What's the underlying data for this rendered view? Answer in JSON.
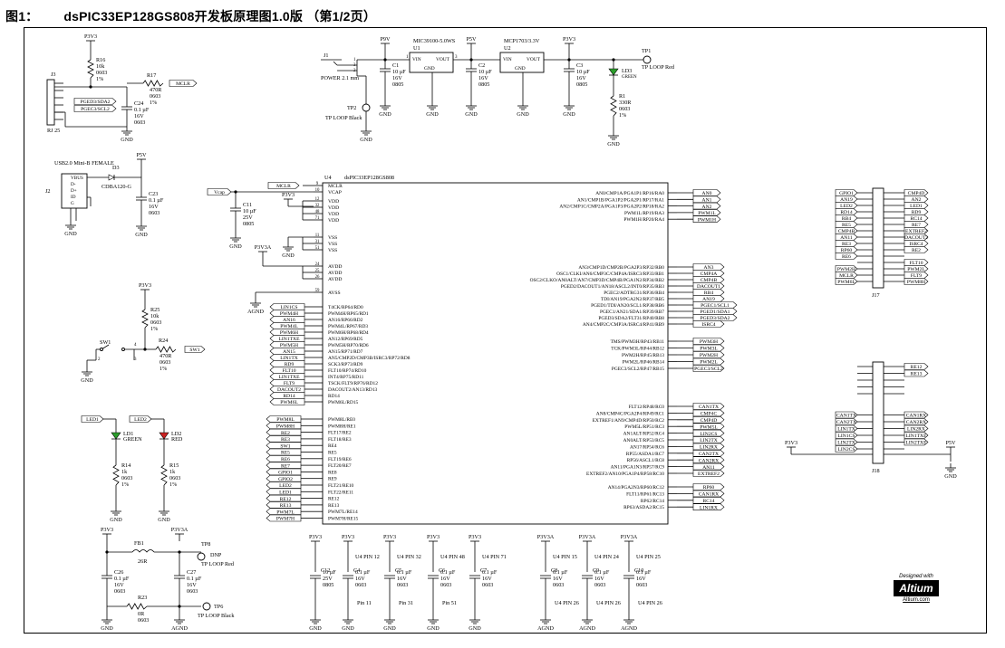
{
  "title": {
    "fig": "图1：",
    "text": "dsPIC33EP128GS808开发板原理图1.0版 （第1/2页）"
  },
  "logo": {
    "designed": "Designed with",
    "brand": "Altium",
    "url": "Altium.com"
  },
  "nets": {
    "p3v3": "P3V3",
    "p9v": "P9V",
    "p5v": "P5V",
    "p3v3a": "P3V3A",
    "gnd": "GND",
    "agnd": "AGND",
    "vcap": "Vcap",
    "mclr": "MCLR",
    "sw1": "SW1",
    "led1": "LED1",
    "led2": "LED2"
  },
  "power": {
    "j1": "J1",
    "power_jack": "POWER 2.1 mm",
    "tp2": "TP2",
    "tp_loop_black": "TP LOOP Black",
    "tp_loop_red": "TP LOOP Red",
    "u1": "U1",
    "u1_part": "MIC39100-5.0WS",
    "u2": "U2",
    "u2_part": "MCP1703/3.3V",
    "vin": "VIN",
    "vout": "VOUT",
    "gnd": "GND",
    "c1": [
      "C1",
      "10 µF",
      "16V",
      "0805"
    ],
    "c2": [
      "C2",
      "10 µF",
      "16V",
      "0805"
    ],
    "c3": [
      "C3",
      "10 µF",
      "16V",
      "0805"
    ],
    "tp1": "TP1",
    "ld3": "LD3",
    "ld3_color": "GREEN",
    "r1": [
      "R1",
      "330R",
      "0603",
      "1%"
    ]
  },
  "program": {
    "r16": [
      "R16",
      "10k",
      "0603",
      "1%"
    ],
    "r17": [
      "R17",
      "470R",
      "0603",
      "1%"
    ],
    "c24": [
      "C24",
      "0.1 µF",
      "16V",
      "0603"
    ],
    "j3": "J3",
    "j3_type": "RJ 25",
    "pgec": "PGEC3/SCL2",
    "ped": "PGED3/SDA2"
  },
  "usb": {
    "title": "USB2.0 Mini-B FEMALE",
    "j2": "J2",
    "pins": [
      "VBUS",
      "D-",
      "D+",
      "ID",
      "G"
    ],
    "d3": "D3",
    "d3_part": "CDBA120-G",
    "c23": [
      "C23",
      "0.1 µF",
      "16V",
      "0603"
    ]
  },
  "mcu": {
    "ref": "U4",
    "part": "dsPIC33EP128GS808",
    "left_top": [
      [
        "MCLR",
        "9"
      ],
      [
        "VCAP",
        "10"
      ],
      [
        "VDD",
        "12"
      ],
      [
        "VDD",
        "32"
      ],
      [
        "VDD",
        "48"
      ],
      [
        "VDD",
        "71"
      ],
      [
        "VSS",
        "11"
      ],
      [
        "VSS",
        "31"
      ],
      [
        "VSS",
        "51"
      ],
      [
        "AVDD",
        "24"
      ],
      [
        "AVDD",
        "25"
      ],
      [
        "AVDD",
        "26"
      ],
      [
        "AVSS",
        "59"
      ]
    ],
    "left_d": [
      "T4CK/RP64/RD0",
      "PWM4H/RP65/RD1",
      "AN16/RP66/RD2",
      "PWM4L/RP67/RD3",
      "PWM6H/RP68/RD4",
      "AN12/RP69/RD5",
      "PWM5H/RP70/RD6",
      "AN15/RP71/RD7",
      "AN5/CMP2D/CMP3B/ISRC3/RP72/RD8",
      "SCK3/RP73/RD9",
      "FLT10/RP74/RD10",
      "INT4/RP75/RD11",
      "TSCK/FLT9/RP76/RD12",
      "DACOUT2/AN13/RD13",
      "RD14",
      "PWM6L/RD15"
    ],
    "left_e": [
      "PWM8L/RE0",
      "PWM8H/RE1",
      "FLT17/RE2",
      "FLT18/RE3",
      "RE4",
      "RE5",
      "FLT19/RE6",
      "FLT20/RE7",
      "RE8",
      "RE9",
      "FLT21/RE10",
      "FLT22/RE11",
      "RE12",
      "RE13",
      "PWM7L/RE14",
      "PWM7H/RE15"
    ],
    "right_a": [
      "AN0/CMP1A/PGA1P1/RP16/RA0",
      "AN1/CMP1B/PGA1P2/PGA2P1/RP17/RA1",
      "AN2/CMP1C/CMP2A/PGA1P3/PGA2P2/RP18/RA2",
      "PWM1L/RP19/RA3",
      "PWM1H/RP20/RA4"
    ],
    "right_b": [
      "AN3/CMP1D/CMP2B/PGA2P3/RP32/RB0",
      "OSC1/CLKI/AN6/CMP3C/CMP4A/ISRC3/RP33/RB1",
      "OSC2/CLKO/AN0ALT/AN7/CMP3D/CMP4B/PGA1N2/RP34/RB2",
      "PGED2/DACOUT1/AN18/ASCL2/INT0/RP35/RB3",
      "PGEC2/ADTRG31/RP36/RB4",
      "TDI/AN19/PGA2N2/RP37/RB5",
      "PGED1/TDI/AN20/SCL1/RP38/RB6",
      "PGEC1/AN21/SDA1/RP39/RB7",
      "PGED3/SDA2/FLT31/RP40/RB8",
      "AN4/CMP2C/CMP3A/ISRC4/RP41/RB9",
      "TMS/PWM3H/RP43/RB11",
      "TCK/PWM3L/RP44/RB12",
      "PWM2H/RP45/RB13",
      "PWM2L/RP46/RB14",
      "PGEC3/SCL2/RP47/RB15"
    ],
    "right_c": [
      "FLT12/RP48/RC0",
      "AN8/CMP4C/PGA2P4/RP49/RC1",
      "EXTREF1/AN9/CMP4D/RP50/RC2",
      "PWM5L/RP51/RC3",
      "AN1ALT/RP52/RC4",
      "AN0ALT/RP53/RC5",
      "AN17/RP54/RC6",
      "RP55/ASDA1/RC7",
      "RP56/ASCL1/RC8",
      "AN11/PGA1N3/RP57/RC9",
      "EXTREF2/AN10/PGA1P4/RP58/RC10",
      "AN14/PGA2N3/RP60/RC12",
      "FLT11/RP61/RC13",
      "RP62/RC14",
      "RP63/ASDA2/RC15"
    ],
    "tags_d": [
      "LIN1CS",
      "PWM4H",
      "AN16",
      "PWM4L",
      "PWM6H",
      "LIN1TXE",
      "PWM5H",
      "AN15",
      "LIN1TX",
      "RD9",
      "FLT10",
      "LIN1TXE",
      "FLT9",
      "DACOUT2",
      "RD14",
      "PWM6L"
    ],
    "tags_e": [
      "PWM8L",
      "PWM8H",
      "RE2",
      "RE3",
      "SW1",
      "RE5",
      "RE6",
      "RE7",
      "GPIO1",
      "GPIO2",
      "LED2",
      "LED1",
      "RE12",
      "RE13",
      "PWM7L",
      "PWM7H"
    ],
    "tags_a": [
      "AN0",
      "AN1",
      "AN2",
      "PWM1L",
      "PWM1H"
    ],
    "tags_b": [
      "AN3",
      "CMP4A",
      "CMP4B",
      "DACOUT1",
      "RB4",
      "AN19",
      "PGEC1/SCL1",
      "PGED1/SDA1",
      "PGED3/SDA2",
      "ISRC4",
      "PWM3H",
      "PWM3L",
      "PWM2H",
      "PWM2L",
      "PGEC3/SCL2"
    ],
    "tags_c": [
      "CAN1TX",
      "CMP4C",
      "CMP4D",
      "PWM5L",
      "LIN2CS",
      "LIN2TX",
      "LIN2RX",
      "CAN2TX",
      "CAN2RX",
      "AN11",
      "EXTREF2",
      "RP60",
      "CAN1RX",
      "RC14",
      "LIN1RX"
    ]
  },
  "reset": {
    "r25": [
      "R25",
      "10k",
      "0603",
      "1%"
    ],
    "r24": [
      "R24",
      "470R",
      "0603",
      "1%"
    ],
    "sw1": "SW1"
  },
  "leds": {
    "ld1": [
      "LD1",
      "GREEN"
    ],
    "ld2": [
      "LD2",
      "RED"
    ],
    "r14": [
      "R14",
      "1k",
      "0603",
      "1%"
    ],
    "r15": [
      "R15",
      "1k",
      "0603",
      "1%"
    ]
  },
  "analog": {
    "fb1": [
      "FB1",
      "26R"
    ],
    "c26": [
      "C26",
      "0.1 µF",
      "16V",
      "0603"
    ],
    "c27": [
      "C27",
      "0.1 µF",
      "16V",
      "0603"
    ],
    "r23": [
      "R23",
      "0R",
      "0603"
    ],
    "tp8": [
      "TP8",
      "DNP",
      "TP LOOP Red"
    ],
    "tp6": [
      "TP6",
      "TP LOOP Black"
    ]
  },
  "decoupling": [
    {
      "net": "P3V3",
      "ref": "C12",
      "v": [
        "10 µF",
        "25V",
        "0805"
      ],
      "pin": "",
      "pin2": ""
    },
    {
      "net": "P3V3",
      "ref": "C4",
      "v": [
        "0.1 µF",
        "16V",
        "0603"
      ],
      "pin": "U4 PIN 12",
      "pin2": "Pin 11"
    },
    {
      "net": "P3V3",
      "ref": "C5",
      "v": [
        "0.1 µF",
        "16V",
        "0603"
      ],
      "pin": "U4 PIN 32",
      "pin2": "Pin 31"
    },
    {
      "net": "P3V3",
      "ref": "C6",
      "v": [
        "0.1 µF",
        "16V",
        "0603"
      ],
      "pin": "U4 PIN 48",
      "pin2": "Pin 51"
    },
    {
      "net": "P3V3",
      "ref": "C7",
      "v": [
        "0.1 µF",
        "16V",
        "0603"
      ],
      "pin": "U4 PIN 71",
      "pin2": ""
    },
    {
      "net": "P3V3A",
      "ref": "C8",
      "v": [
        "0.1 µF",
        "16V",
        "0603"
      ],
      "pin": "U4 PIN 15",
      "pin2": "U4 PIN 26"
    },
    {
      "net": "P3V3A",
      "ref": "C9",
      "v": [
        "0.1 µF",
        "16V",
        "0603"
      ],
      "pin": "U4 PIN 24",
      "pin2": "U4 PIN 26"
    },
    {
      "net": "P3V3A",
      "ref": "C10",
      "v": [
        "0.1 µF",
        "16V",
        "0603"
      ],
      "pin": "U4 PIN 25",
      "pin2": "U4 PIN 26"
    }
  ],
  "j17": {
    "ref": "J17",
    "left": [
      "GPIO1",
      "AN19",
      "LED2",
      "RD14",
      "RB4",
      "RE5",
      "CMP4B",
      "AN11",
      "RE3",
      "RP60",
      "RE6",
      "",
      "PWM2H",
      "MCLR",
      "PWM6L"
    ],
    "right": [
      "CMP4D",
      "AN2",
      "LED1",
      "RD9",
      "RC14",
      "RE7",
      "EXTREF2",
      "DACOUT2",
      "ISRC4",
      "RE2",
      "",
      "FLT10",
      "PWM2L",
      "FLT9",
      "PWM8H"
    ]
  },
  "j18": {
    "ref": "J18",
    "left": [
      "",
      "",
      "",
      "",
      "",
      "CAN1TX",
      "CAN2TX",
      "LIN1TX",
      "LIN1CS",
      "LIN2TX",
      "LIN2CS"
    ],
    "right": [
      "RE12",
      "RE13",
      "",
      "",
      "",
      "CAN1RX",
      "CAN2RX",
      "LIN2RX",
      "LIN1TXE",
      "LIN2TXE",
      ""
    ]
  }
}
